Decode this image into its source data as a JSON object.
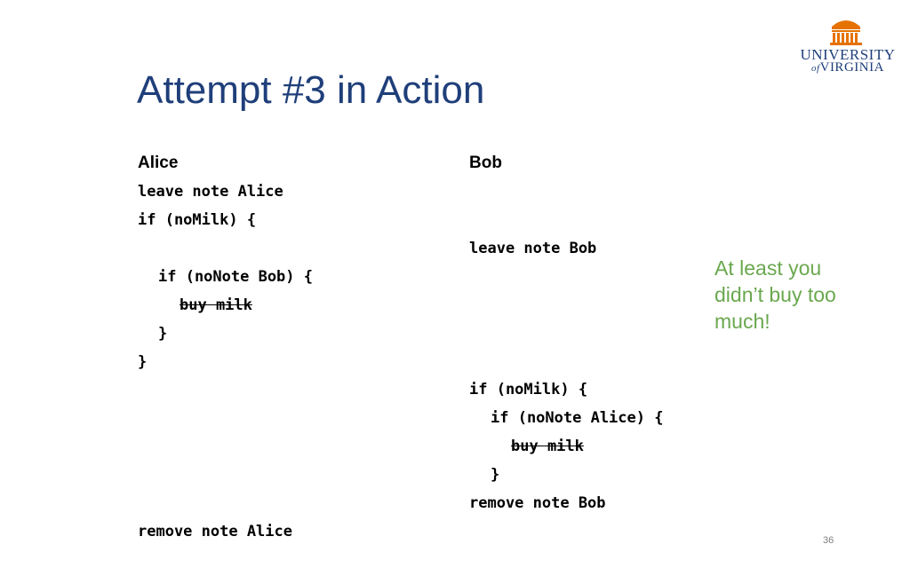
{
  "slide": {
    "title": "Attempt #3 in Action",
    "logo": {
      "line1": "UNIVERSITY",
      "of": "of",
      "line2": "VIRGINIA",
      "icon": "rotunda-icon",
      "color": "#e57200"
    },
    "alice": {
      "heading": "Alice",
      "lines": [
        "leave note Alice",
        "if (noMilk) {",
        "if (noNote Bob) {",
        "buy milk",
        "}",
        "}",
        "remove note Alice"
      ]
    },
    "bob": {
      "heading": "Bob",
      "lines": [
        "leave note Bob",
        "if (noMilk) {",
        "if (noNote Alice) {",
        "buy milk",
        "}",
        "remove note Bob"
      ]
    },
    "note": "At least you didn’t buy too much!",
    "page_number": "36",
    "colors": {
      "title": "#1f3f7a",
      "note": "#6aa84f"
    }
  }
}
